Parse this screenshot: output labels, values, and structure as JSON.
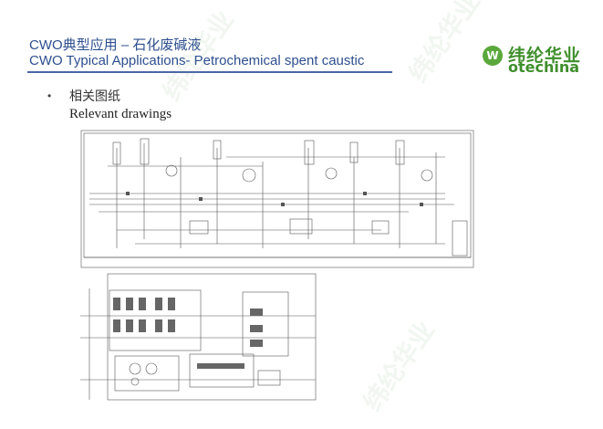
{
  "header": {
    "title_zh": "CWO典型应用 – 石化废碱液",
    "title_en": "CWO Typical Applications- Petrochemical spent caustic"
  },
  "logo": {
    "mark": "W",
    "zh": "纬纶华业",
    "en": "otechina"
  },
  "bullet": {
    "marker": "•",
    "label_zh": "相关图纸",
    "label_en": "Relevant drawings"
  },
  "colors": {
    "title": "#2d4f8f",
    "rule": "#4a66a6",
    "logo_green": "#3f8f2c"
  }
}
